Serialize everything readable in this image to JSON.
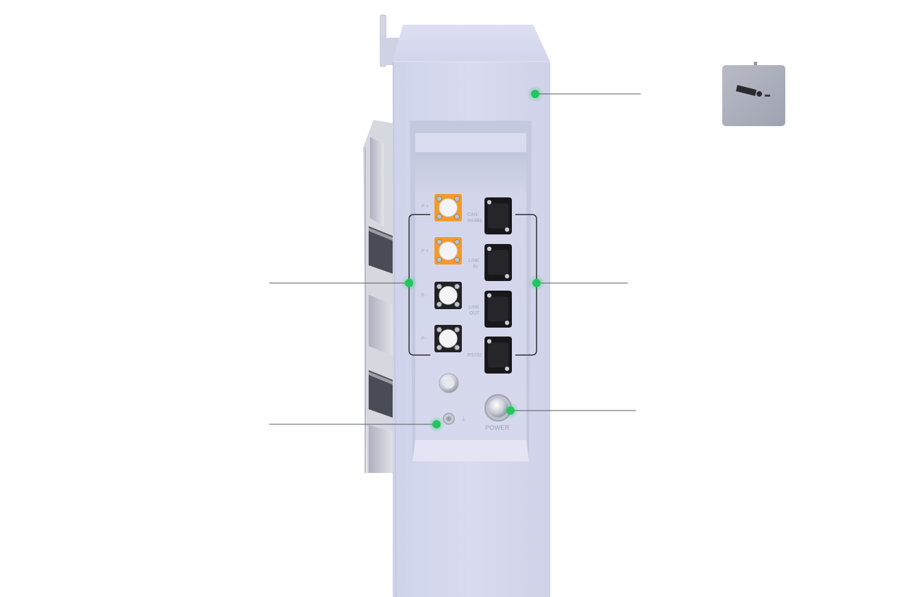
{
  "panel": {
    "port_labels": {
      "can_rs485": [
        "CAN",
        "RS485"
      ],
      "link_in": [
        "LINK",
        "IN"
      ],
      "link_out": [
        "LINK",
        "OUT"
      ],
      "rs232": "RS232",
      "polarity": [
        "P +",
        "P +",
        "P -",
        "P -"
      ],
      "power": "POWER",
      "ground_symbol": "⏚"
    },
    "terminal_colors": [
      "#f39a2c",
      "#f39a2c",
      "#222225",
      "#222225"
    ]
  },
  "hotspots": [
    {
      "name": "hotspot-enclosure",
      "color": "#22c55e"
    },
    {
      "name": "hotspot-power-terminals",
      "color": "#22c55e"
    },
    {
      "name": "hotspot-communication-ports",
      "color": "#22c55e"
    },
    {
      "name": "hotspot-power-button",
      "color": "#22c55e"
    },
    {
      "name": "hotspot-ground-screw",
      "color": "#22c55e"
    }
  ],
  "thumbnail": {
    "icon": "battery-module-thumbnail"
  }
}
